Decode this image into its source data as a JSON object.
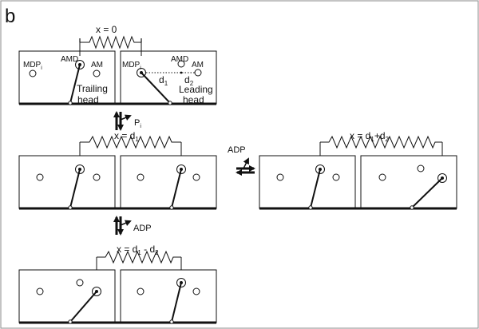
{
  "panel_letter": "b",
  "states": {
    "top": {
      "spring_label": "x = 0"
    },
    "middle": {
      "spring_label": "x = d",
      "spring_label_sub": "1"
    },
    "right": {
      "spring_label": "x = d",
      "spring_label_sub1": "1",
      "spring_label_mid": "+d",
      "spring_label_sub2": "2"
    },
    "bottom": {
      "spring_label": "x = d",
      "spring_label_sub1": "1",
      "spring_label_mid": " - d",
      "spring_label_sub2": "2"
    }
  },
  "site_labels": {
    "mdp_left": "MDP",
    "mdp_left_sub": "i",
    "amd_left": "AMD",
    "am_left": "AM",
    "mdp_right": "MDP",
    "mdp_right_sub": "i",
    "amd_right": "AMD",
    "am_right": "AM"
  },
  "head_labels": {
    "trailing_1": "Trailing",
    "trailing_2": "head",
    "leading_1": "Leading",
    "leading_2": "head"
  },
  "distances": {
    "d1": "d",
    "d1_sub": "1",
    "d2": "d",
    "d2_sub": "2"
  },
  "transitions": {
    "pi": "P",
    "pi_sub": "i",
    "adp_vertical": "ADP",
    "adp_horizontal": "ADP"
  }
}
